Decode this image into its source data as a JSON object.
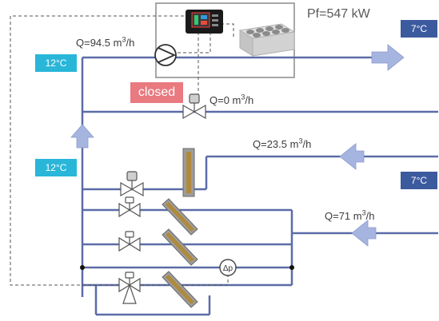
{
  "plant": {
    "power": "Pf=547 kW"
  },
  "flows": {
    "main": {
      "prefix": "Q=94.5 m",
      "exp": "3",
      "unit": "/h"
    },
    "bypass": {
      "prefix": "Q=0 m",
      "exp": "3",
      "unit": "/h"
    },
    "middle": {
      "prefix": "Q=23.5 m",
      "exp": "3",
      "unit": "/h"
    },
    "lower": {
      "prefix": "Q=71 m",
      "exp": "3",
      "unit": "/h"
    }
  },
  "temperatures": {
    "supply_top": "7°C",
    "supply_bottom": "7°C",
    "return_top": "12°C",
    "return_bottom": "12°C"
  },
  "valve_status": "closed",
  "differential_pressure": "Δp",
  "colors": {
    "pipe": "#5b6ca8",
    "arrow": "#a6b4e0",
    "tag_cyan": "#29b6d9",
    "tag_navy": "#3c5a9e",
    "status_closed": "#e87a80"
  }
}
